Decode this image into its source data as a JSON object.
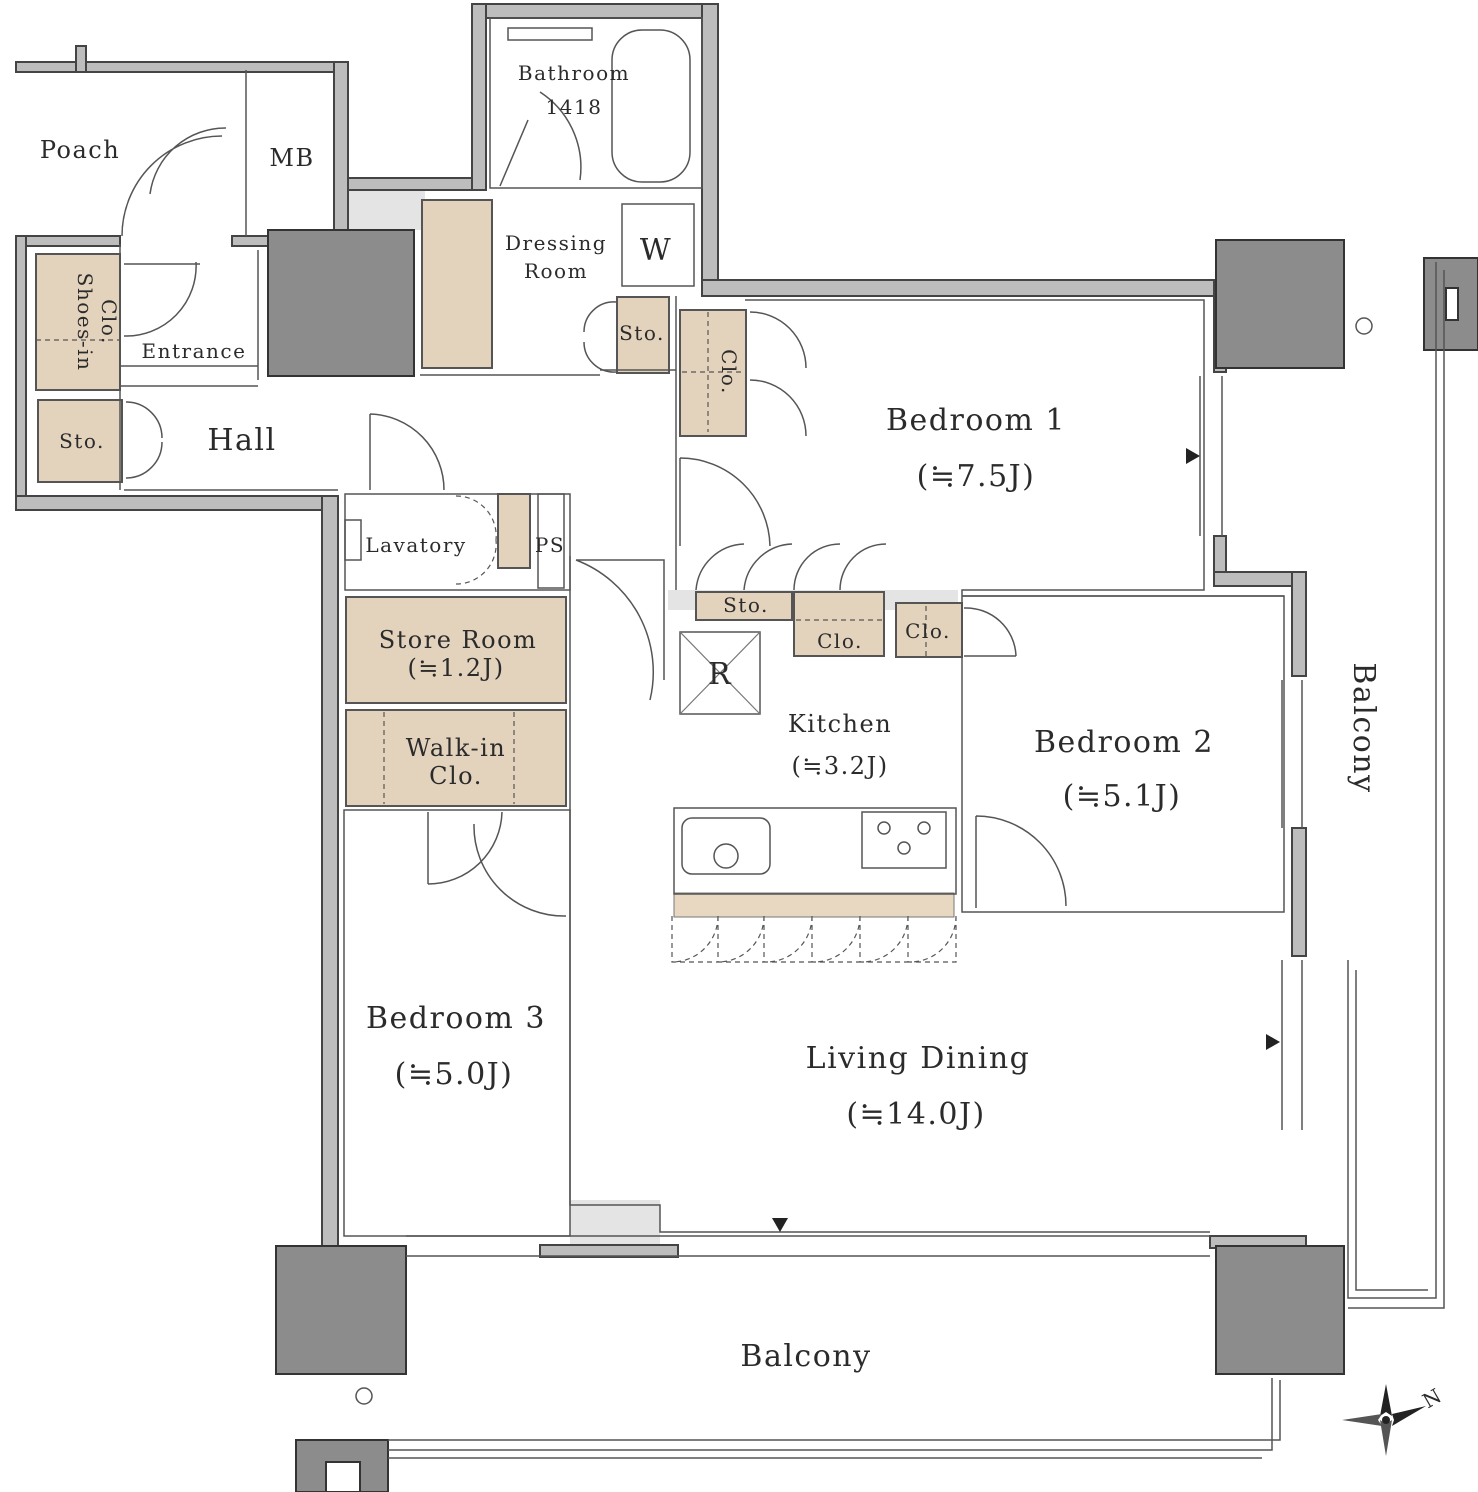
{
  "rooms": {
    "poach": "Poach",
    "mb": "MB",
    "bathroom": "Bathroom",
    "bathroom_size": "1418",
    "dressing_line1": "Dressing",
    "dressing_line2": "Room",
    "washer": "W",
    "shoes_in_line1": "Shoes-in",
    "shoes_in_line2": "Clo.",
    "entrance": "Entrance",
    "hall": "Hall",
    "sto": "Sto.",
    "clo": "Clo.",
    "lavatory": "Lavatory",
    "ps": "PS",
    "store_room": "Store Room",
    "store_room_size": "(≒1.2J)",
    "walk_in_line1": "Walk-in",
    "walk_in_line2": "Clo.",
    "bedroom1": "Bedroom 1",
    "bedroom1_size": "(≒7.5J)",
    "bedroom2": "Bedroom 2",
    "bedroom2_size": "(≒5.1J)",
    "bedroom3": "Bedroom 3",
    "bedroom3_size": "(≒5.0J)",
    "kitchen": "Kitchen",
    "kitchen_size": "(≒3.2J)",
    "fridge": "R",
    "living_dining": "Living Dining",
    "living_dining_size": "(≒14.0J)",
    "balcony_bottom": "Balcony",
    "balcony_right": "Balcony",
    "north": "N"
  },
  "colors": {
    "wall": "#bdbdbd",
    "column": "#8c8c8c",
    "storage": "#e3d3bd",
    "counter": "#e8d8c1"
  }
}
